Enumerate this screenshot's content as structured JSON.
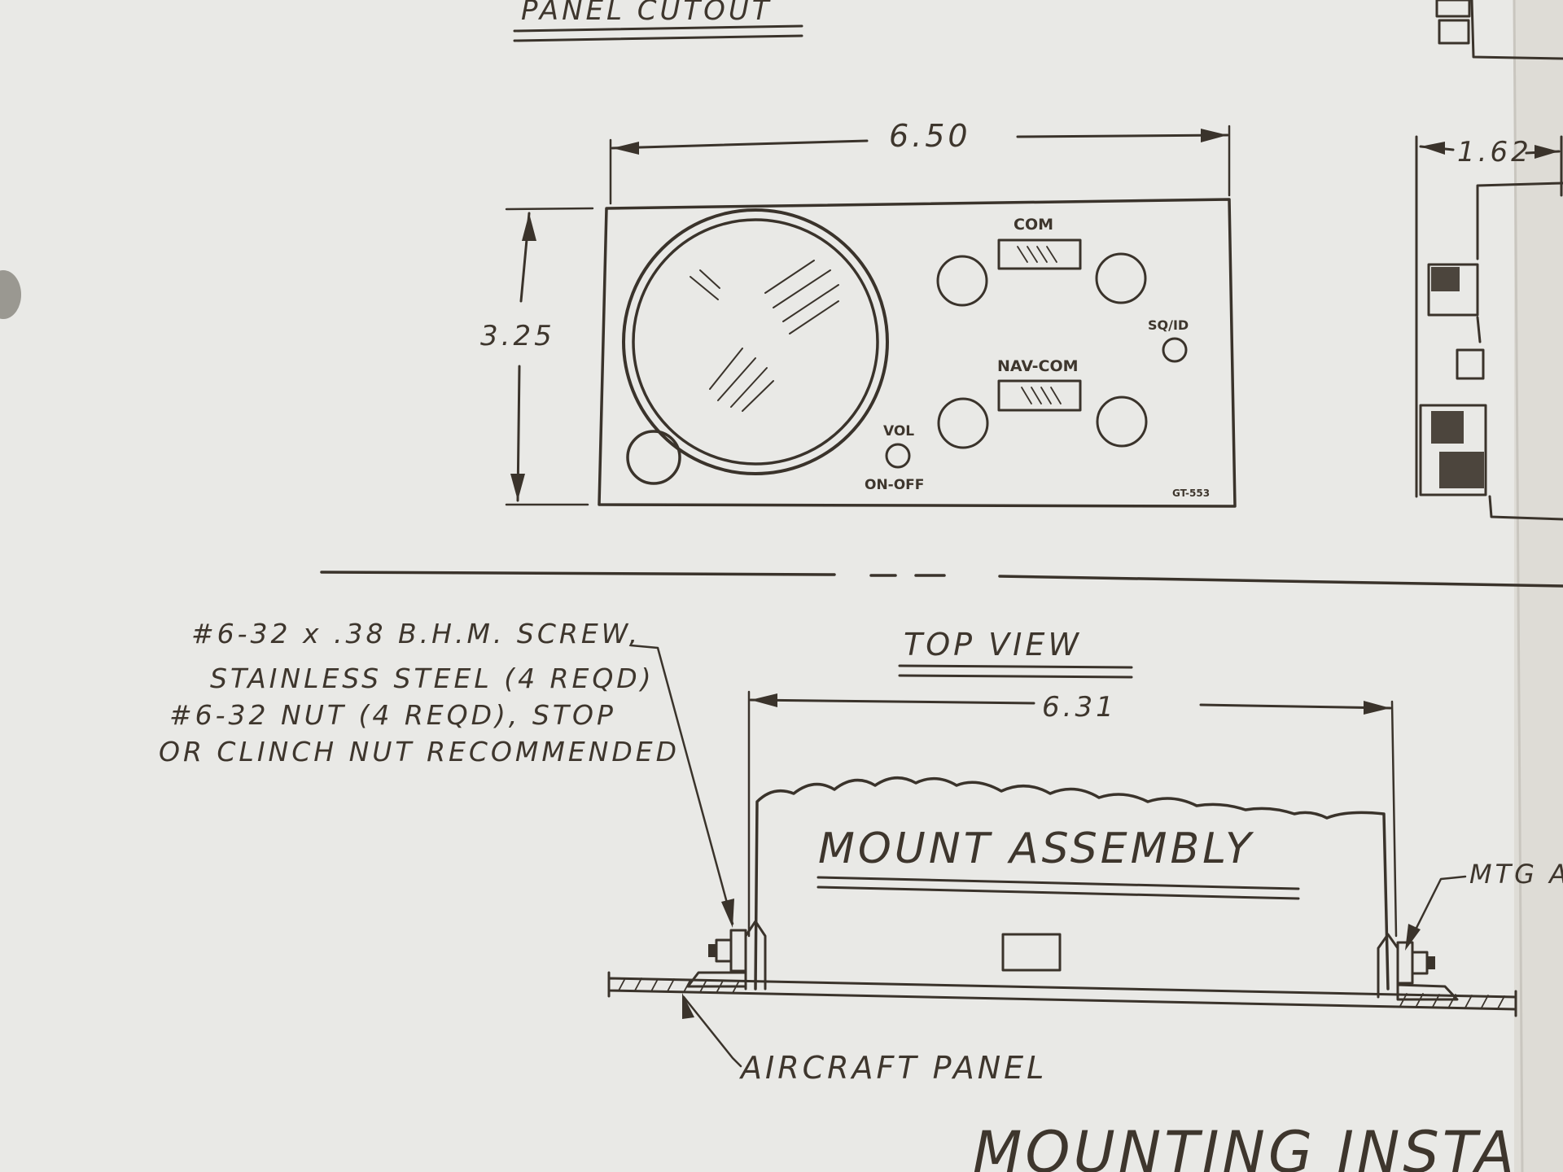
{
  "drawing": {
    "panel_cutout_title": "PANEL CUTOUT",
    "width_dim": "6.50",
    "height_dim": "3.25",
    "side_dim": "1.62",
    "com_label": "COM",
    "navcom_label": "NAV-COM",
    "sqid_label": "SQ/ID",
    "vol_label": "VOL",
    "onoff_label": "ON-OFF",
    "part_number": "GT-553",
    "top_view_title": "TOP VIEW",
    "top_width_dim": "6.31",
    "note_line1": "#6-32 x .38 B.H.M. SCREW,",
    "note_line2": "STAINLESS STEEL (4 REQD)",
    "note_line3": "#6-32 NUT (4 REQD), STOP",
    "note_line4": "OR CLINCH NUT RECOMMENDED",
    "mount_assembly": "MOUNT ASSEMBLY",
    "mtg_label": "MTG A",
    "aircraft_panel": "AIRCRAFT PANEL",
    "bottom_title": "MOUNTING INSTA"
  },
  "colors": {
    "paper": "#e9e9e6",
    "ink": "#3a332b"
  }
}
